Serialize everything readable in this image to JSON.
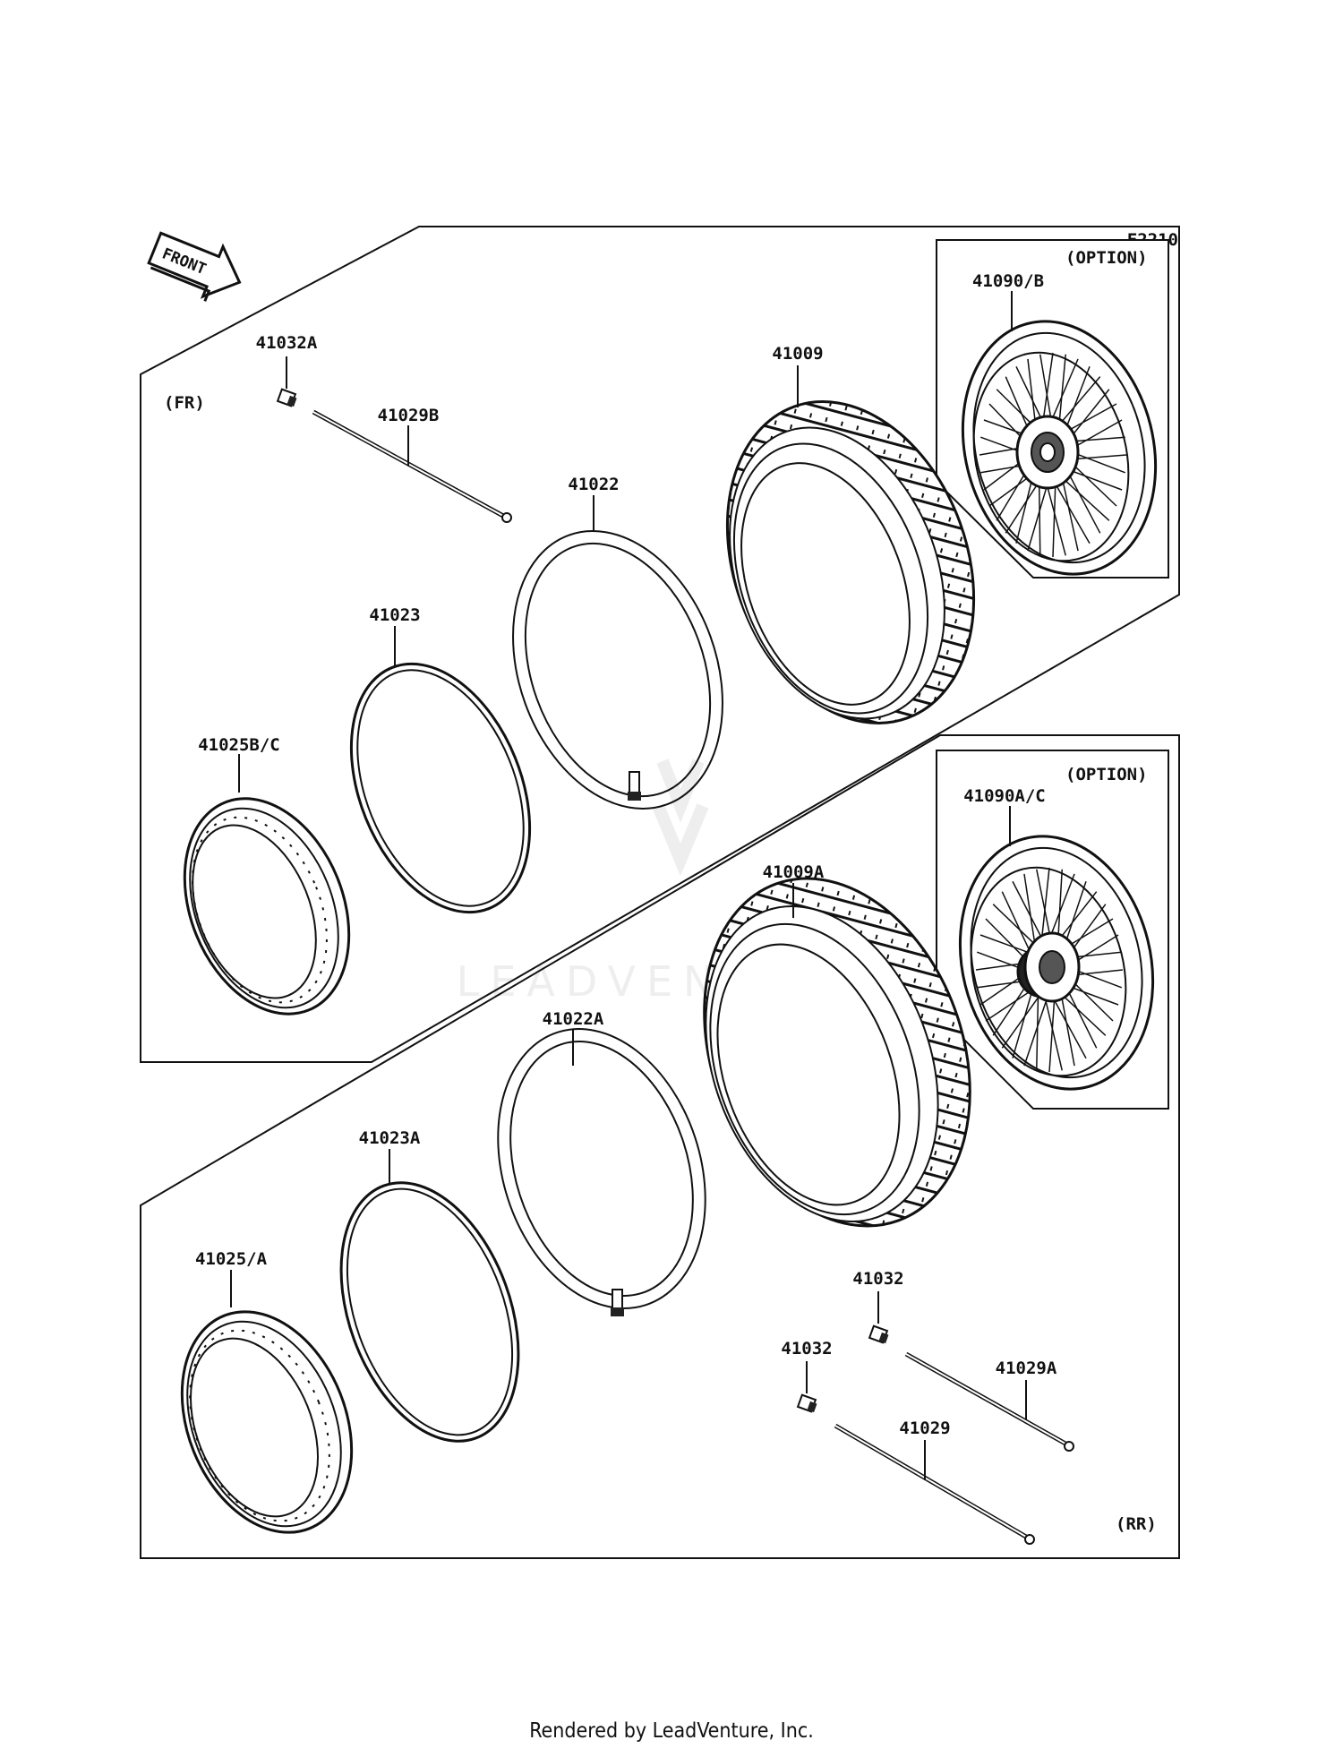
{
  "figure_code": "F2210",
  "front_arrow_label": "FRONT",
  "sections": {
    "front": {
      "tag": "(FR)"
    },
    "rear": {
      "tag": "(RR)"
    },
    "option_front": {
      "tag": "(OPTION)",
      "part": "41090/B"
    },
    "option_rear": {
      "tag": "(OPTION)",
      "part": "41090A/C"
    }
  },
  "parts": {
    "fr_valve": "41032A",
    "fr_spoke": "41029B",
    "fr_tube": "41022",
    "fr_tire": "41009",
    "fr_band": "41023",
    "fr_rim": "41025B/C",
    "rr_tire": "41009A",
    "rr_tube": "41022A",
    "rr_band": "41023A",
    "rr_rim": "41025/A",
    "rr_valve_1": "41032",
    "rr_spoke_1": "41029A",
    "rr_valve_2": "41032",
    "rr_spoke_2": "41029"
  },
  "watermark": "LEADVENTURE",
  "footer": "Rendered by LeadVenture, Inc.",
  "colors": {
    "line": "#111111",
    "watermark": "#eeeeee"
  }
}
